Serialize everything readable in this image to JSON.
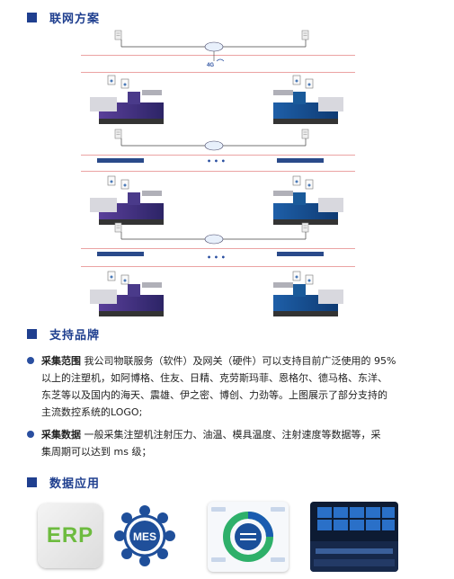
{
  "sections": {
    "network": "联网方案",
    "brands": "支持品牌",
    "apps": "数据应用"
  },
  "diagram": {
    "cloud_label": "4G",
    "ellipsis": "• • •"
  },
  "bullets": [
    {
      "label": "采集范围",
      "lines": [
        "采集范围 我公司物联服务（软件）及网关（硬件）可以支持目前广泛使用的 95%",
        "以上的注塑机，如阿博格、住友、日精、克劳斯玛菲、恩格尔、德马格、东洋、",
        "东芝等以及国内的海天、震雄、伊之密、博创、力劲等。上图展示了部分支持的",
        "主流数控系统的LOGO;"
      ]
    },
    {
      "label": "采集数据",
      "lines": [
        "采集数据 一般采集注塑机注射压力、油温、模具温度、注射速度等数据等，采",
        "集周期可以达到 ms 级；"
      ]
    }
  ],
  "apps": {
    "erp": "ERP",
    "mes": "MES"
  },
  "colors": {
    "accent": "#1f3f8f",
    "erp_green": "#6dbb3f"
  }
}
